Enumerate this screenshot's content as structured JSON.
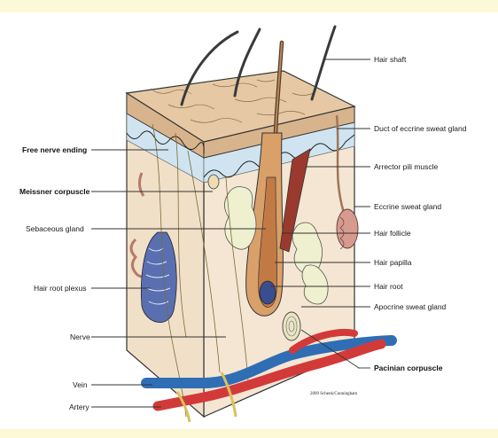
{
  "labels": {
    "hair_shaft": "Hair shaft",
    "duct_eccrine": "Duct of eccrine sweat gland",
    "arrector_pili": "Arrector pili muscle",
    "eccrine_gland": "Eccrine sweat gland",
    "hair_follicle": "Hair follicle",
    "hair_papilla": "Hair papilla",
    "hair_root": "Hair root",
    "apocrine_gland": "Apocrine sweat gland",
    "pacinian": "Pacinian corpuscle",
    "free_nerve": "Free nerve ending",
    "meissner": "Meissner corpuscle",
    "sebaceous": "Sebaceous gland",
    "hair_root_plexus": "Hair root plexus",
    "nerve": "Nerve",
    "vein": "Vein",
    "artery": "Artery"
  },
  "credit": "2009 Schenk/Cunningham",
  "colors": {
    "background_band": "#fdf9d6",
    "epidermis": "#d8b48c",
    "papillary_layer": "#cfe4f0",
    "dermis": "#f4e6d2",
    "vein": "#2f6eb5",
    "artery": "#d23a3a",
    "arrector_muscle": "#9a3a2e",
    "sebaceous": "#eef0cf",
    "plexus": "#5a6fb0",
    "nerve": "#d8c25a"
  }
}
